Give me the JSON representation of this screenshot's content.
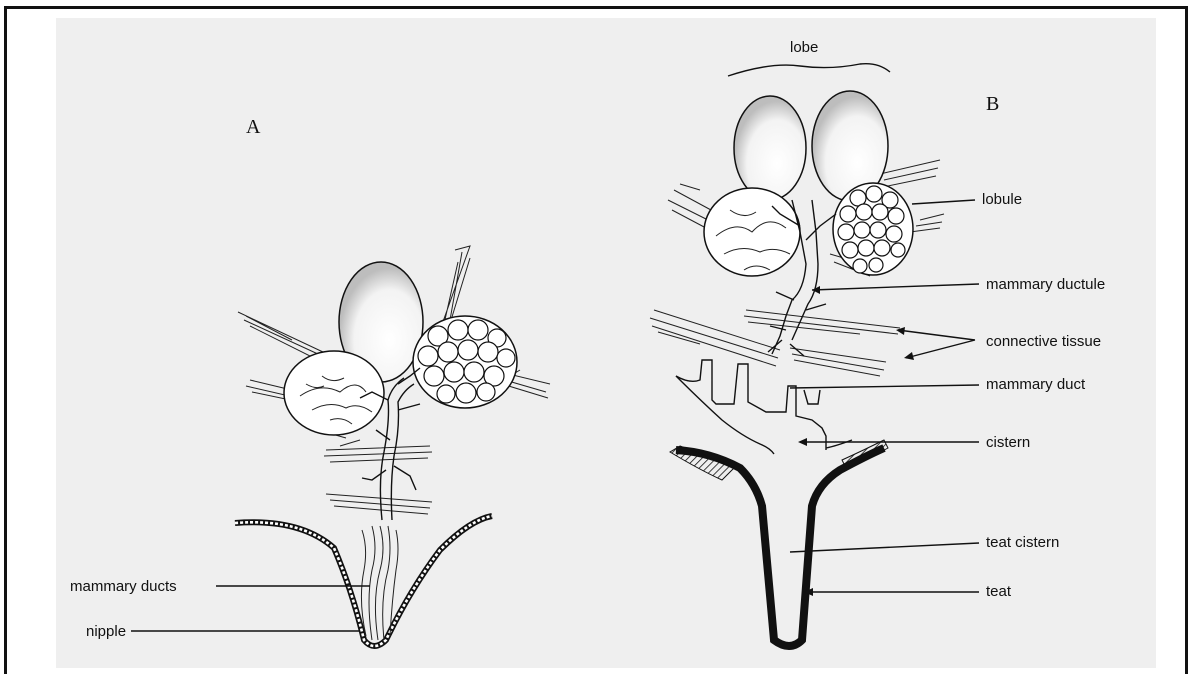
{
  "panels": {
    "a": "A",
    "b": "B"
  },
  "labels_a": {
    "mammary_ducts": "mammary ducts",
    "nipple": "nipple"
  },
  "labels_b": {
    "lobe": "lobe",
    "lobule": "lobule",
    "mammary_ductule": "mammary ductule",
    "connective_tissue": "connective tissue",
    "mammary_duct": "mammary duct",
    "cistern": "cistern",
    "teat_cistern": "teat cistern",
    "teat": "teat"
  }
}
